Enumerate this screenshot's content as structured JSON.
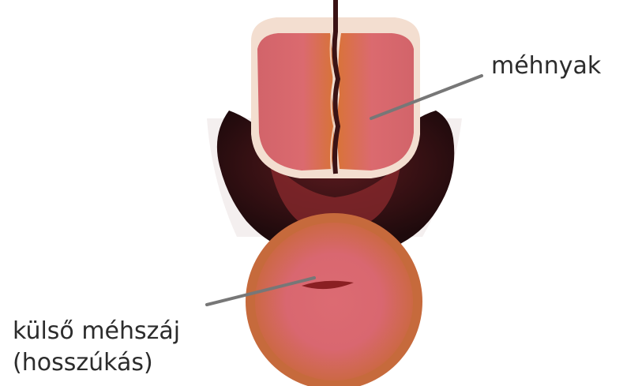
{
  "labels": {
    "cervix": "méhnyak",
    "external_os_line1": "külső méhszáj",
    "external_os_line2": "(hosszúkás)"
  },
  "colors": {
    "background": "#ffffff",
    "tissue_pink": "#d9696e",
    "tissue_orange": "#d8733d",
    "tissue_dark": "#2a1012",
    "outline_cream": "#f3ded0",
    "pointer_line": "#777777",
    "label_text": "#2c2c2c"
  }
}
